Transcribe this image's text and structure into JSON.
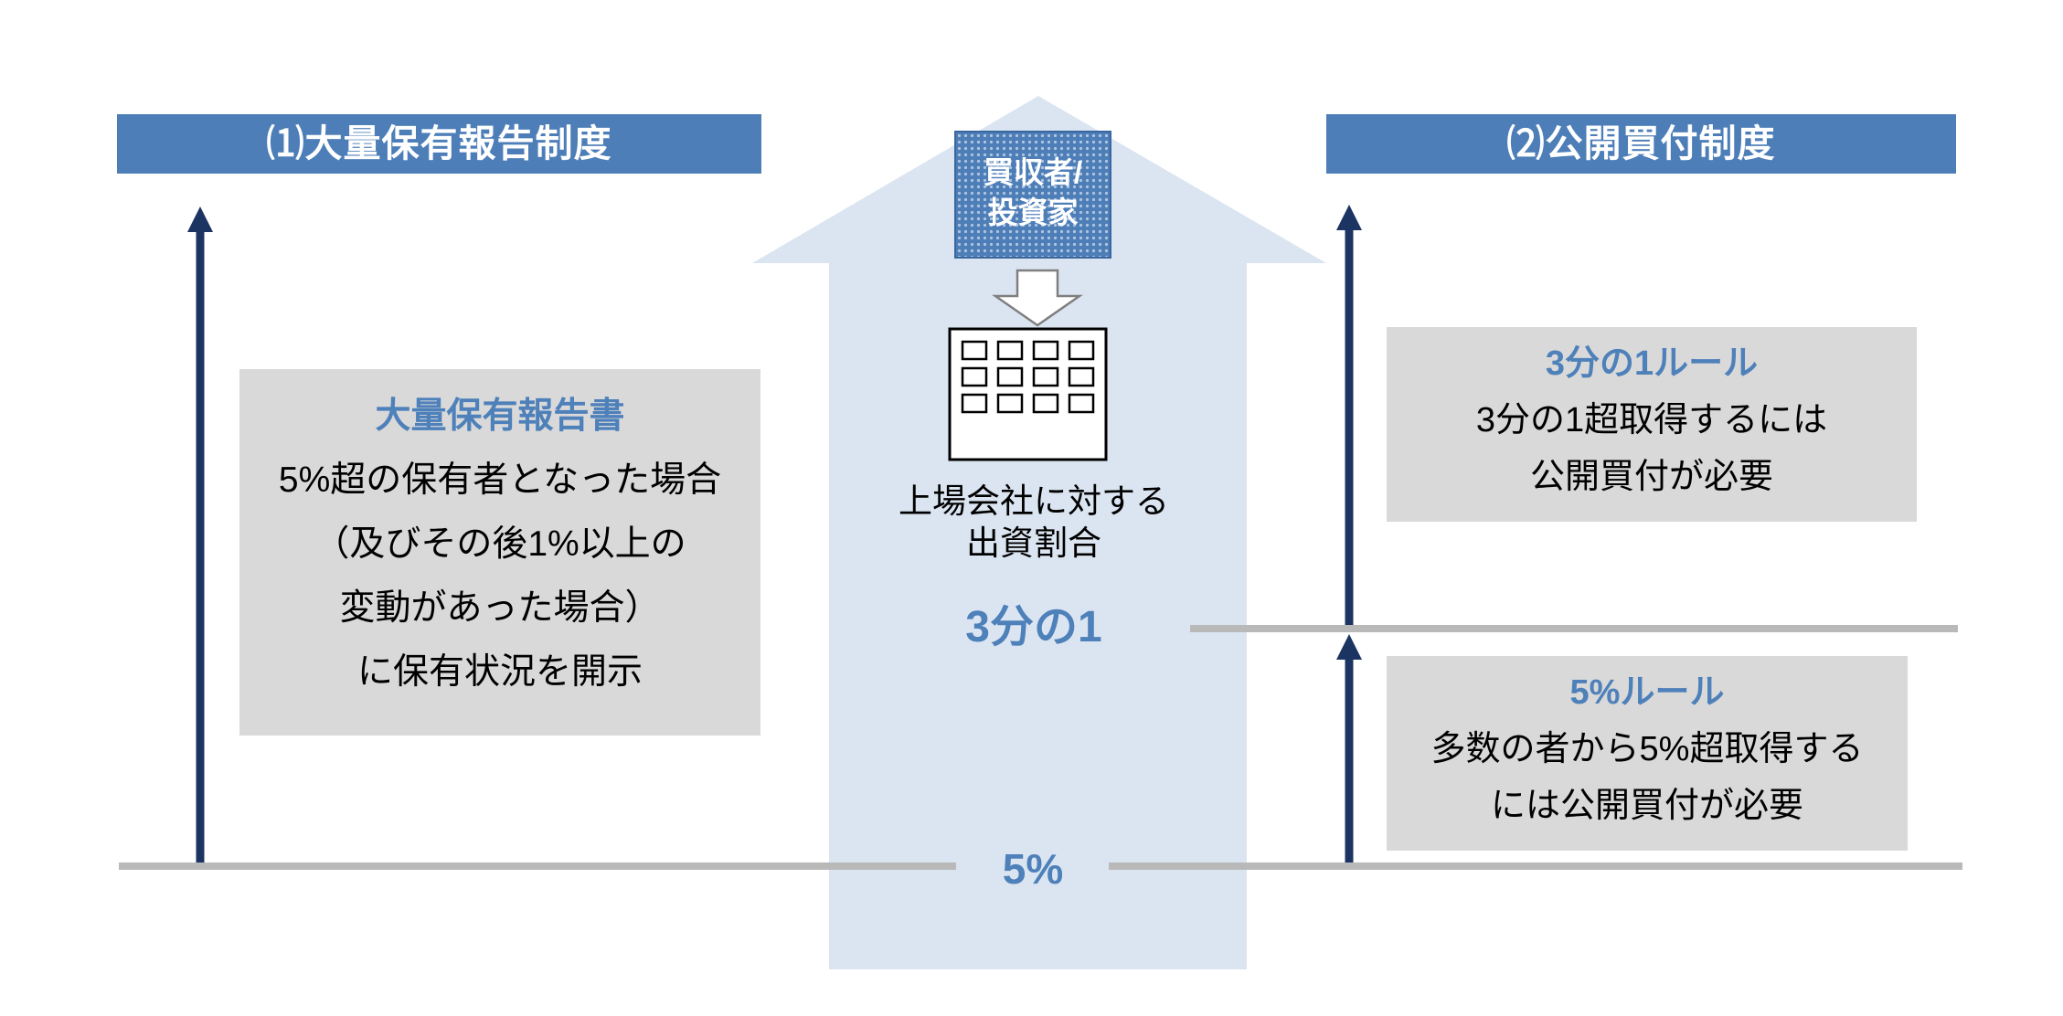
{
  "left_panel": {
    "banner": "⑴大量保有報告制度",
    "report_box": {
      "heading": "大量保有報告書",
      "line1": "5%超の保有者となった場合",
      "line2": "（及びその後1%以上の",
      "line3": "変動があった場合）",
      "line4": "に保有状況を開示"
    }
  },
  "center": {
    "acquirer_box": {
      "line1": "買収者/",
      "line2": "投資家"
    },
    "company_caption": {
      "line1": "上場会社に対する",
      "line2": "出資割合"
    },
    "one_third_label": "3分の1",
    "five_percent_label": "5%"
  },
  "right_panel": {
    "banner": "⑵公開買付制度",
    "one_third_box": {
      "heading": "3分の1ルール",
      "line1": "3分の1超取得するには",
      "line2": "公開買付が必要"
    },
    "five_percent_box": {
      "heading": "5%ルール",
      "line1": "多数の者から5%超取得する",
      "line2": "には公開買付が必要"
    }
  },
  "colors": {
    "banner_blue": "#4d7eb8",
    "accent_blue": "#4e80ba",
    "navy_arrow": "#1c3461",
    "light_arrow_fill": "#dbe5f1",
    "box_gray": "#d9d9d9",
    "line_gray": "#b9b9b9",
    "down_arrow_outline": "#7f7f7f"
  }
}
